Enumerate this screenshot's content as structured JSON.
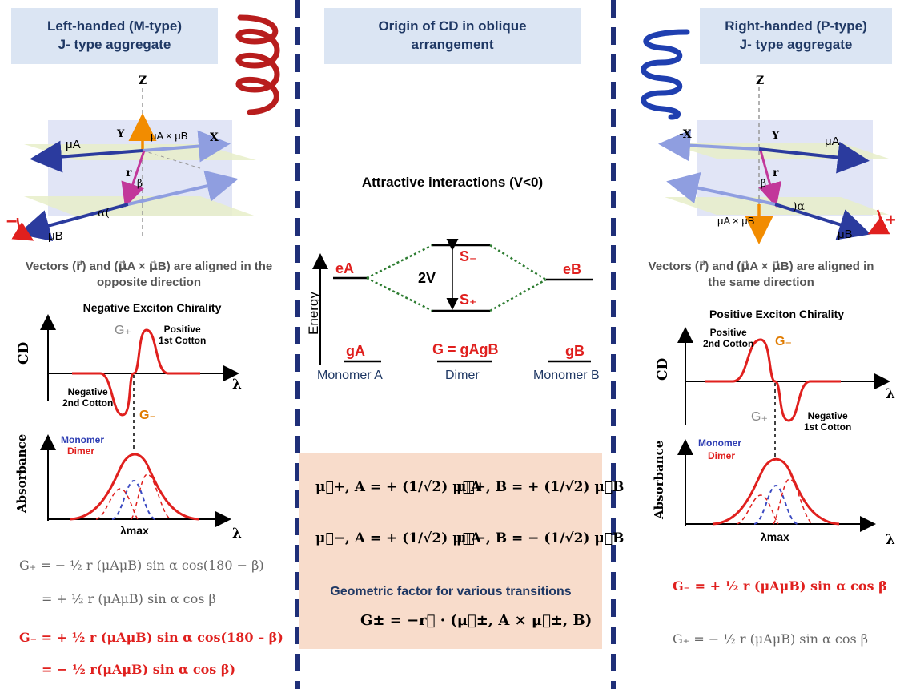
{
  "left": {
    "title_line1": "Left-handed (M-type)",
    "title_line2": "J- type aggregate",
    "axis_z": "Z",
    "axis_y": "Y",
    "axis_x": "X",
    "vec_mu_a": "μA",
    "vec_mu_b": "μB",
    "vec_cross": "μA × μB",
    "vec_r": "r",
    "angle_beta": "β",
    "angle_alpha": "α(",
    "rotation_sign": "–",
    "caption_line1": "Vectors (r⃗) and (μ⃗A × μ⃗B) are aligned in the",
    "caption_line2": "opposite direction",
    "chirality_title": "Negative Exciton Chirality",
    "cd_label": "CD",
    "lambda": "λ",
    "g_plus": "G₊",
    "g_minus": "G₋",
    "positive_label_1": "Positive",
    "positive_label_2": "1st Cotton",
    "negative_label_1": "Negative",
    "negative_label_2": "2nd Cotton",
    "legend_monomer": "Monomer",
    "legend_dimer": "Dimer",
    "abs_label": "Absorbance",
    "lambda_max": "λmax",
    "eq1": "G₊ = − ½ r (μAμB) sin α cos(180 − β)",
    "eq2": "= + ½ r (μAμB) sin α cos β",
    "eq3": "G₋ = + ½ r (μAμB) sin α cos(180 – β)",
    "eq4": "= − ½ r(μAμB) sin α cos β)"
  },
  "center": {
    "title_line1": "Origin of CD in oblique",
    "title_line2": "arrangement",
    "attractive": "Attractive interactions (V<0)",
    "energy": "Energy",
    "e_a": "eA",
    "e_b": "eB",
    "s_minus": "S₋",
    "s_plus": "S₊",
    "two_v": "2V",
    "g_a": "gA",
    "g_b": "gB",
    "g_dimer": "G = gAgB",
    "monomer_a": "Monomer A",
    "dimer": "Dimer",
    "monomer_b": "Monomer B",
    "mu_plus_a": "μ⃗+, A = + (1/√2) μ⃗A",
    "mu_plus_b": "μ⃗+, B = + (1/√2) μ⃗B",
    "mu_minus_a": "μ⃗−, A = + (1/√2) μ⃗A",
    "mu_minus_b": "μ⃗−, B = − (1/√2) μ⃗B",
    "geo_title": "Geometric factor for various transitions",
    "geo_eq": "G± = −r⃗ · (μ⃗±, A × μ⃗±, B)"
  },
  "right": {
    "title_line1": "Right-handed (P-type)",
    "title_line2": "J- type aggregate",
    "axis_z": "Z",
    "axis_y": "Y",
    "axis_x": "-X",
    "vec_mu_a": "μA",
    "vec_mu_b": "μB",
    "vec_cross": "μA × μB",
    "vec_r": "r",
    "angle_beta": "β",
    "angle_alpha": ")α",
    "rotation_sign": "+",
    "caption_line1": "Vectors (r⃗) and (μ⃗A × μ⃗B) are aligned in",
    "caption_line2": "the same direction",
    "chirality_title": "Positive Exciton Chirality",
    "cd_label": "CD",
    "lambda": "λ",
    "g_plus": "G₊",
    "g_minus": "G₋",
    "positive_label_1": "Positive",
    "positive_label_2": "2nd Cotton",
    "negative_label_1": "Negative",
    "negative_label_2": "1st Cotton",
    "legend_monomer": "Monomer",
    "legend_dimer": "Dimer",
    "abs_label": "Absorbance",
    "lambda_max": "λmax",
    "eq1": "G₋ = + ½ r (μAμB) sin α cos β",
    "eq2": "G₊ = − ½ r (μAμB) sin α cos β"
  },
  "colors": {
    "title_box": "#dbe5f3",
    "title_text": "#1f3864",
    "red": "#e0201e",
    "blue_helix": "#1f3fb0",
    "red_helix": "#b81d1d",
    "vector_blue": "#2b3b9e",
    "vector_light": "#8f9ee0",
    "cross_orange": "#f28c00",
    "r_magenta": "#c2379a",
    "divider": "#1f2f78",
    "peach": "#f8dccb",
    "dotted_green": "#2e7d32",
    "orange_label": "#e07b00"
  }
}
